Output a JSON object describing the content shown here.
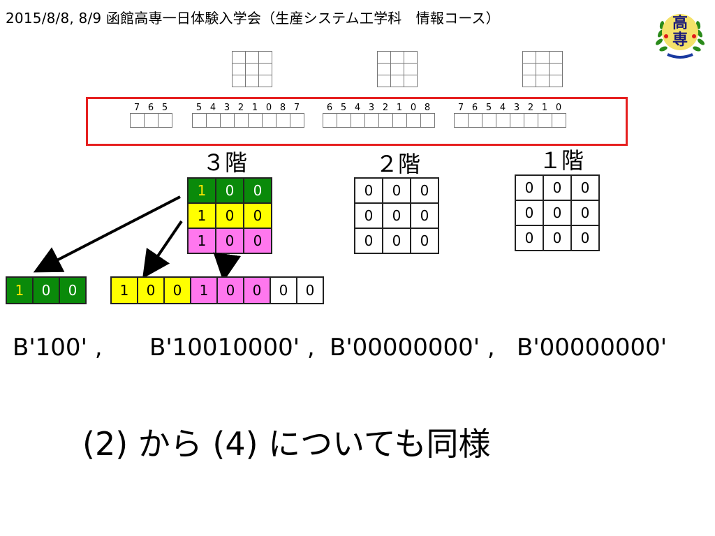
{
  "header": {
    "title": "2015/8/8,  8/9  函館高専一日体験入学会（生産システム工学科　情報コース）",
    "emblem_text": "高専"
  },
  "register_labels": [
    [
      "7",
      "6",
      "5"
    ],
    [
      "5",
      "4",
      "3",
      "2",
      "1",
      "0",
      "8",
      "7"
    ],
    [
      "6",
      "5",
      "4",
      "3",
      "2",
      "1",
      "0",
      "8"
    ],
    [
      "7",
      "6",
      "5",
      "4",
      "3",
      "2",
      "1",
      "0"
    ]
  ],
  "floors": [
    {
      "label": "３階",
      "cells": [
        [
          "1",
          "0",
          "0"
        ],
        [
          "1",
          "0",
          "0"
        ],
        [
          "1",
          "0",
          "0"
        ]
      ]
    },
    {
      "label": "２階",
      "cells": [
        [
          "0",
          "0",
          "0"
        ],
        [
          "0",
          "0",
          "0"
        ],
        [
          "0",
          "0",
          "0"
        ]
      ]
    },
    {
      "label": "１階",
      "cells": [
        [
          "0",
          "0",
          "0"
        ],
        [
          "0",
          "0",
          "0"
        ],
        [
          "0",
          "0",
          "0"
        ]
      ]
    }
  ],
  "byte_rows": {
    "green": [
      "1",
      "0",
      "0"
    ],
    "mixed": [
      "1",
      "0",
      "0",
      "1",
      "0",
      "0",
      "0",
      "0"
    ]
  },
  "binary_values": [
    "B'100' ,",
    "B'10010000' ,",
    "B'00000000' ,",
    "B'00000000'"
  ],
  "footer": "(2) から (4) についても同様",
  "colors": {
    "green": "#0a8a0a",
    "yellow": "#ffff00",
    "pink": "#ff77ee",
    "frame_red": "#e62020"
  }
}
